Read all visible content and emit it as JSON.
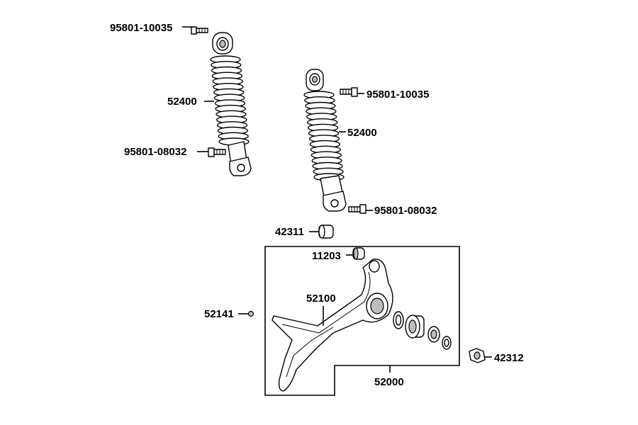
{
  "labels": {
    "bolt_top_left": "95801-10035",
    "shock_left": "52400",
    "bolt_bottom_left": "95801-08032",
    "bolt_top_right": "95801-10035",
    "shock_right": "52400",
    "bolt_bottom_right": "95801-08032",
    "collar_outer": "42311",
    "collar_inner": "11203",
    "bracket": "52100",
    "small_nut": "52141",
    "nut_right": "42312",
    "assembly": "52000"
  }
}
